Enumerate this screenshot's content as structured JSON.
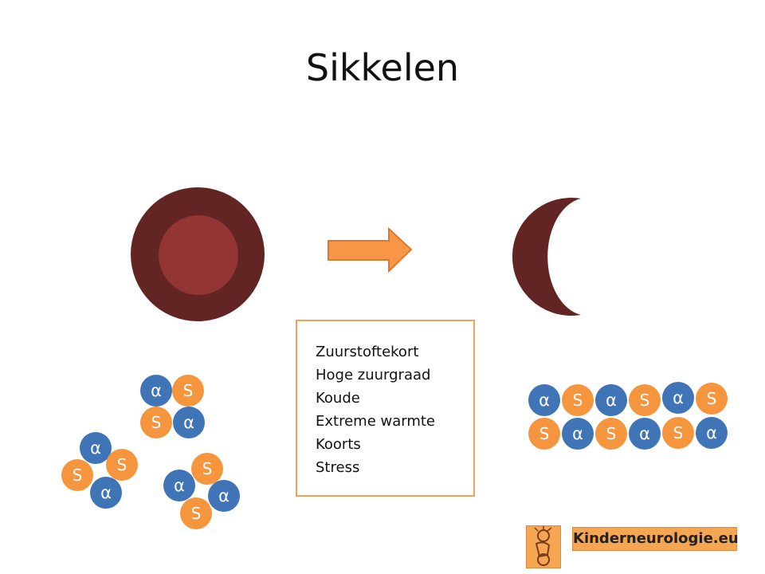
{
  "title": "Sikkelen",
  "conditions": [
    "Zuurstoftekort",
    "Hoge zuurgraad",
    "Koude",
    "Extreme warmte",
    "Koorts",
    "Stress"
  ],
  "labels": {
    "alpha": "α",
    "sickle": "S"
  },
  "logo": {
    "text": "Kinderneurologie.eu",
    "figure_icon": "child-figure-icon"
  },
  "colors": {
    "cell_outer": "#632424",
    "cell_inner": "#943535",
    "arrow_fill": "#F79646",
    "arrow_stroke": "#E0782C",
    "alpha_fill": "#3F74B6",
    "sickle_fill": "#F5963F",
    "box_border": "#F4A15A",
    "logo_bg": "#F6A552"
  }
}
